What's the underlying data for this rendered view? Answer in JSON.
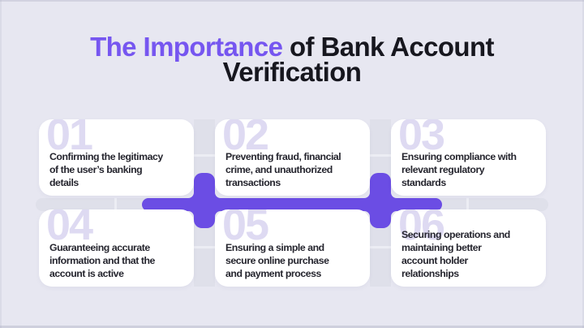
{
  "title": {
    "highlight": "The Importance",
    "rest": "of Bank Account Verification"
  },
  "cards": [
    {
      "number": "01",
      "text": "Confirming the legitimacy\nof the user’s banking\ndetails"
    },
    {
      "number": "02",
      "text": "Preventing fraud, financial\ncrime, and unauthorized\ntransactions"
    },
    {
      "number": "03",
      "text": "Ensuring compliance with\nrelevant regulatory\nstandards"
    },
    {
      "number": "04",
      "text": "Guaranteeing accurate\ninformation and that the\naccount is active"
    },
    {
      "number": "05",
      "text": "Ensuring a simple and\nsecure online purchase\nand payment process"
    },
    {
      "number": "06",
      "text": "Securing operations and\nmaintaining better\naccount holder\nrelationships"
    }
  ],
  "colors": {
    "background": "#E7E7F1",
    "accent_purple": "#6B4DE4",
    "title_purple": "#7656F0",
    "title_dark": "#17171F",
    "card_background": "#FFFFFF",
    "card_number": "#DEDAF2",
    "card_text": "#25252E",
    "track": "#DFE0EA"
  }
}
